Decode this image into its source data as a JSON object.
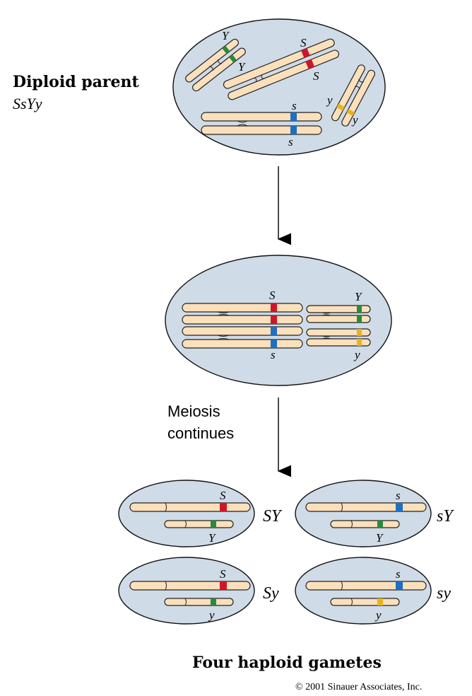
{
  "parent": {
    "title": "Diploid parent",
    "genotype": "SsYy",
    "alleles": {
      "Y_upper": "Y",
      "Y_lower": "Y",
      "S_upper": "S",
      "S_lower": "S",
      "y_left": "y",
      "y_right": "y",
      "s_upper": "s",
      "s_lower": "s"
    }
  },
  "metaphase": {
    "alleles": {
      "S": "S",
      "s": "s",
      "Y": "Y",
      "y": "y"
    }
  },
  "step_label_line1": "Meiosis",
  "step_label_line2": "continues",
  "gametes": [
    {
      "genotype": "SY",
      "big_allele": "S",
      "small_allele": "Y"
    },
    {
      "genotype": "sY",
      "big_allele": "s",
      "small_allele": "Y"
    },
    {
      "genotype": "Sy",
      "big_allele": "S",
      "small_allele": "y"
    },
    {
      "genotype": "sy",
      "big_allele": "s",
      "small_allele": "y"
    }
  ],
  "footer_title": "Four haploid gametes",
  "copyright": "© 2001 Sinauer Associates, Inc.",
  "colors": {
    "S": "#d0152a",
    "s": "#1f6fc0",
    "Y": "#2a8a3a",
    "y": "#e8b41e",
    "chromosome": "#fbe0bb",
    "cell": "#cfdbe7"
  }
}
